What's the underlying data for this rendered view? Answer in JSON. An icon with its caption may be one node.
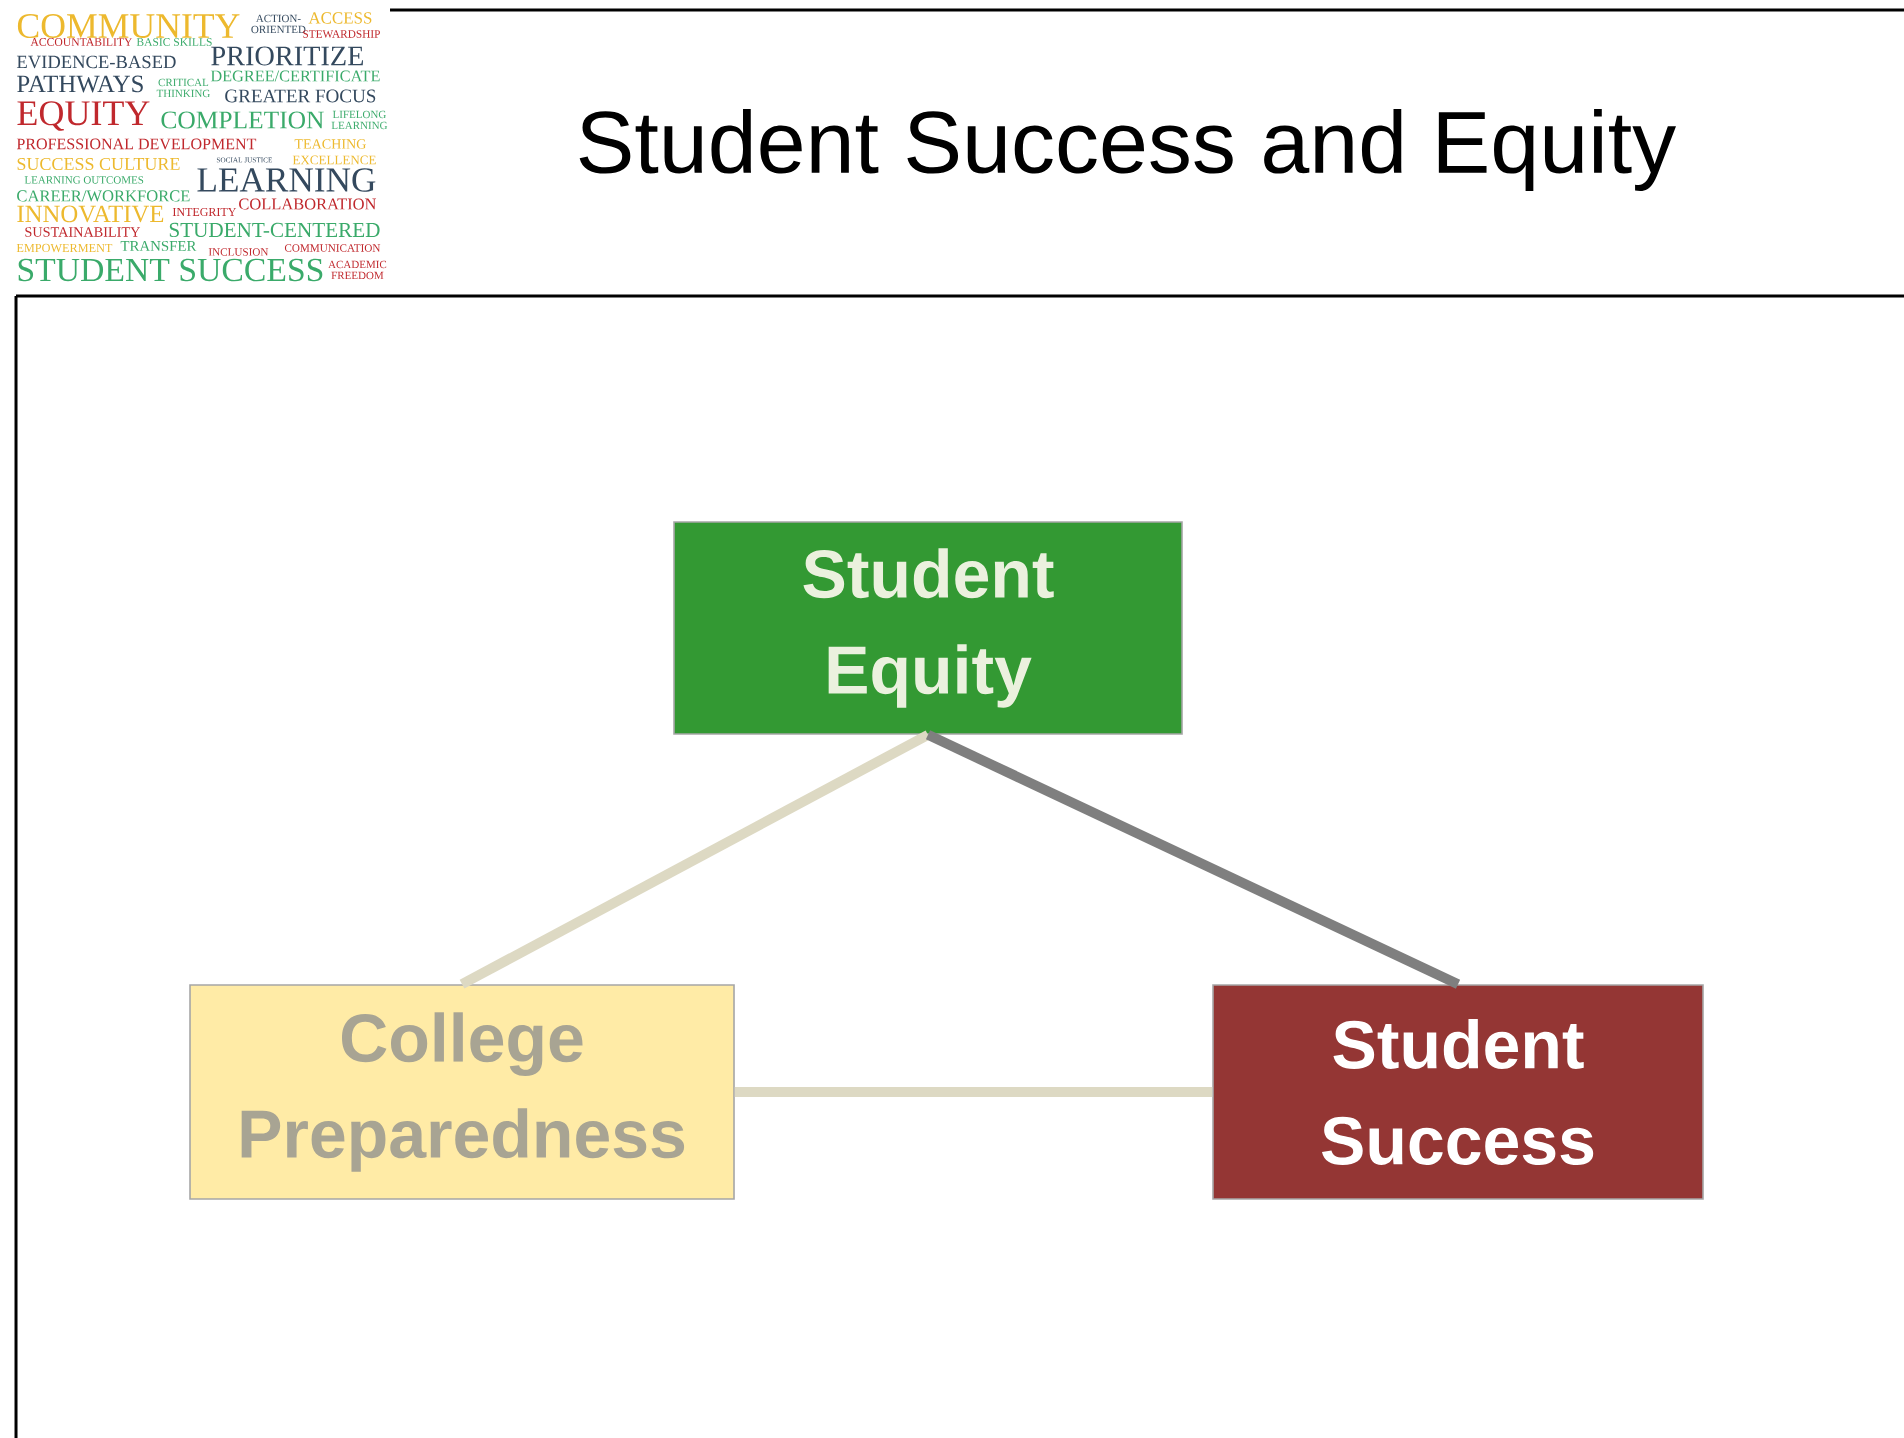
{
  "diagram": {
    "title": "Student Success and Equity",
    "nodes": [
      {
        "text": [
          "Student Equity"
        ]
      },
      {
        "text": [
          "College Preparedness"
        ]
      },
      {
        "text": [
          "Student Success"
        ]
      }
    ],
    "edges": [
      {
        "from": 0,
        "to": 1,
        "arrow": "none"
      },
      {
        "from": 0,
        "to": 2,
        "arrow": "none",
        "color": "#7f7f7f"
      },
      {
        "from": 1,
        "to": 2,
        "arrow": "none"
      }
    ],
    "labels": [
      "COMMUNITY",
      "ACTION-ORIENTED",
      "ACCESS",
      "STEWARDSHIP",
      "ACCOUNTABILITY",
      "BASIC SKILLS",
      "EVIDENCE-BASED",
      "PRIORITIZE",
      "PATHWAYS",
      "CRITICAL THINKING",
      "DEGREE/CERTIFICATE",
      "GREATER FOCUS",
      "EQUITY",
      "COMPLETION",
      "LIFELONG LEARNING",
      "PROFESSIONAL DEVELOPMENT",
      "TEACHING",
      "SUCCESS CULTURE",
      "SOCIAL JUSTICE",
      "EXCELLENCE",
      "LEARNING OUTCOMES",
      "LEARNING",
      "CAREER/WORKFORCE",
      "INNOVATIVE",
      "INTEGRITY",
      "COLLABORATION",
      "SUSTAINABILITY",
      "STUDENT-CENTERED",
      "EMPOWERMENT",
      "TRANSFER",
      "INCLUSION",
      "COMMUNICATION",
      "STUDENT SUCCESS",
      "ACADEMIC FREEDOM"
    ]
  }
}
